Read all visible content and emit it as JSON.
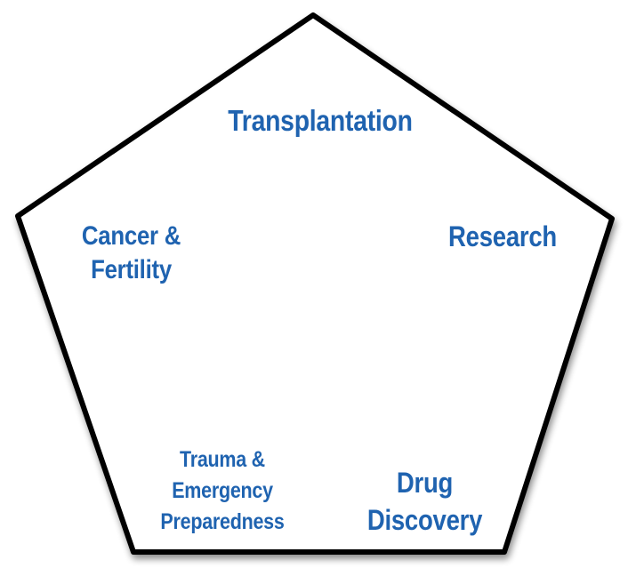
{
  "colors": {
    "label_text": "#1f63b0",
    "outline": "#000000",
    "background": "#ffffff"
  },
  "segments": {
    "top": {
      "lines": [
        "Transplantation"
      ]
    },
    "right": {
      "lines": [
        "Research"
      ]
    },
    "left": {
      "lines": [
        "Cancer &",
        "Fertility"
      ]
    },
    "bottom_left": {
      "lines": [
        "Trauma &",
        "Emergency",
        "Preparedness"
      ]
    },
    "bottom_right": {
      "lines": [
        "Drug",
        "Discovery"
      ]
    }
  }
}
